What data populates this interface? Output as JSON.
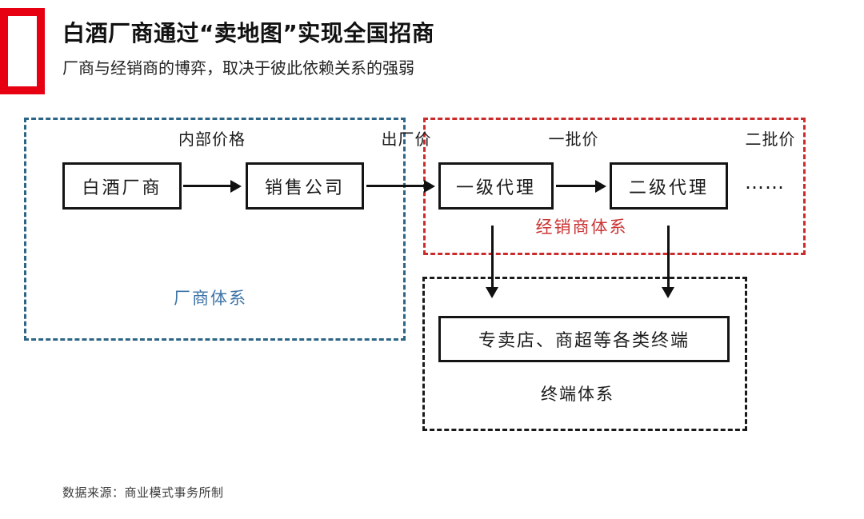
{
  "colors": {
    "logo_red": "#e60012",
    "manufacturer_blue": "#2d6586",
    "manufacturer_label_blue": "#3d74a8",
    "distributor_red": "#cc2b2b",
    "distributor_label_red": "#cc3333",
    "ink_black": "#1a1a1a"
  },
  "header": {
    "title": "白酒厂商通过“卖地图”实现全国招商",
    "subtitle": "厂商与经销商的博弈，取决于彼此依赖关系的强弱"
  },
  "diagram": {
    "price_labels": [
      {
        "label": "内部价格"
      },
      {
        "label": "出厂价"
      },
      {
        "label": "一批价"
      },
      {
        "label": "二批价"
      }
    ],
    "nodes": [
      {
        "label": "白酒厂商"
      },
      {
        "label": "销售公司"
      },
      {
        "label": "一级代理"
      },
      {
        "label": "二级代理"
      },
      {
        "label": "专卖店、商超等各类终端"
      }
    ],
    "ellipsis": "……",
    "groups": [
      {
        "label": "厂商体系"
      },
      {
        "label": "经销商体系"
      },
      {
        "label": "终端体系"
      }
    ]
  },
  "footer": {
    "source": "数据来源：商业模式事务所制"
  }
}
